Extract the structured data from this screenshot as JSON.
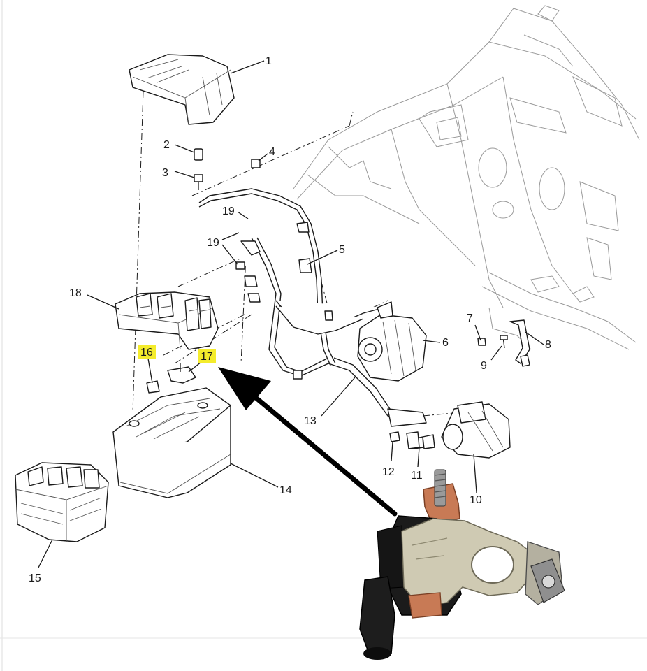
{
  "callouts": {
    "c1": "1",
    "c2": "2",
    "c3": "3",
    "c4": "4",
    "c5": "5",
    "c6": "6",
    "c7": "7",
    "c8": "8",
    "c9": "9",
    "c10": "10",
    "c11": "11",
    "c12": "12",
    "c13": "13",
    "c14": "14",
    "c15": "15",
    "c16": "16",
    "c17": "17",
    "c18": "18",
    "c19a": "19",
    "c19b": "19"
  },
  "highlighted_callouts": [
    "16",
    "17"
  ],
  "colors": {
    "highlight": "#f4ec2c",
    "line": "#1a1a1a",
    "arrow": "#000000",
    "terminal_metal": "#cfcab3",
    "terminal_copper": "#c87a55",
    "connector_black": "#1b1b1b"
  },
  "icons": {
    "arrow": "arrow-pointer-icon",
    "photo": "battery-terminal-photo"
  }
}
